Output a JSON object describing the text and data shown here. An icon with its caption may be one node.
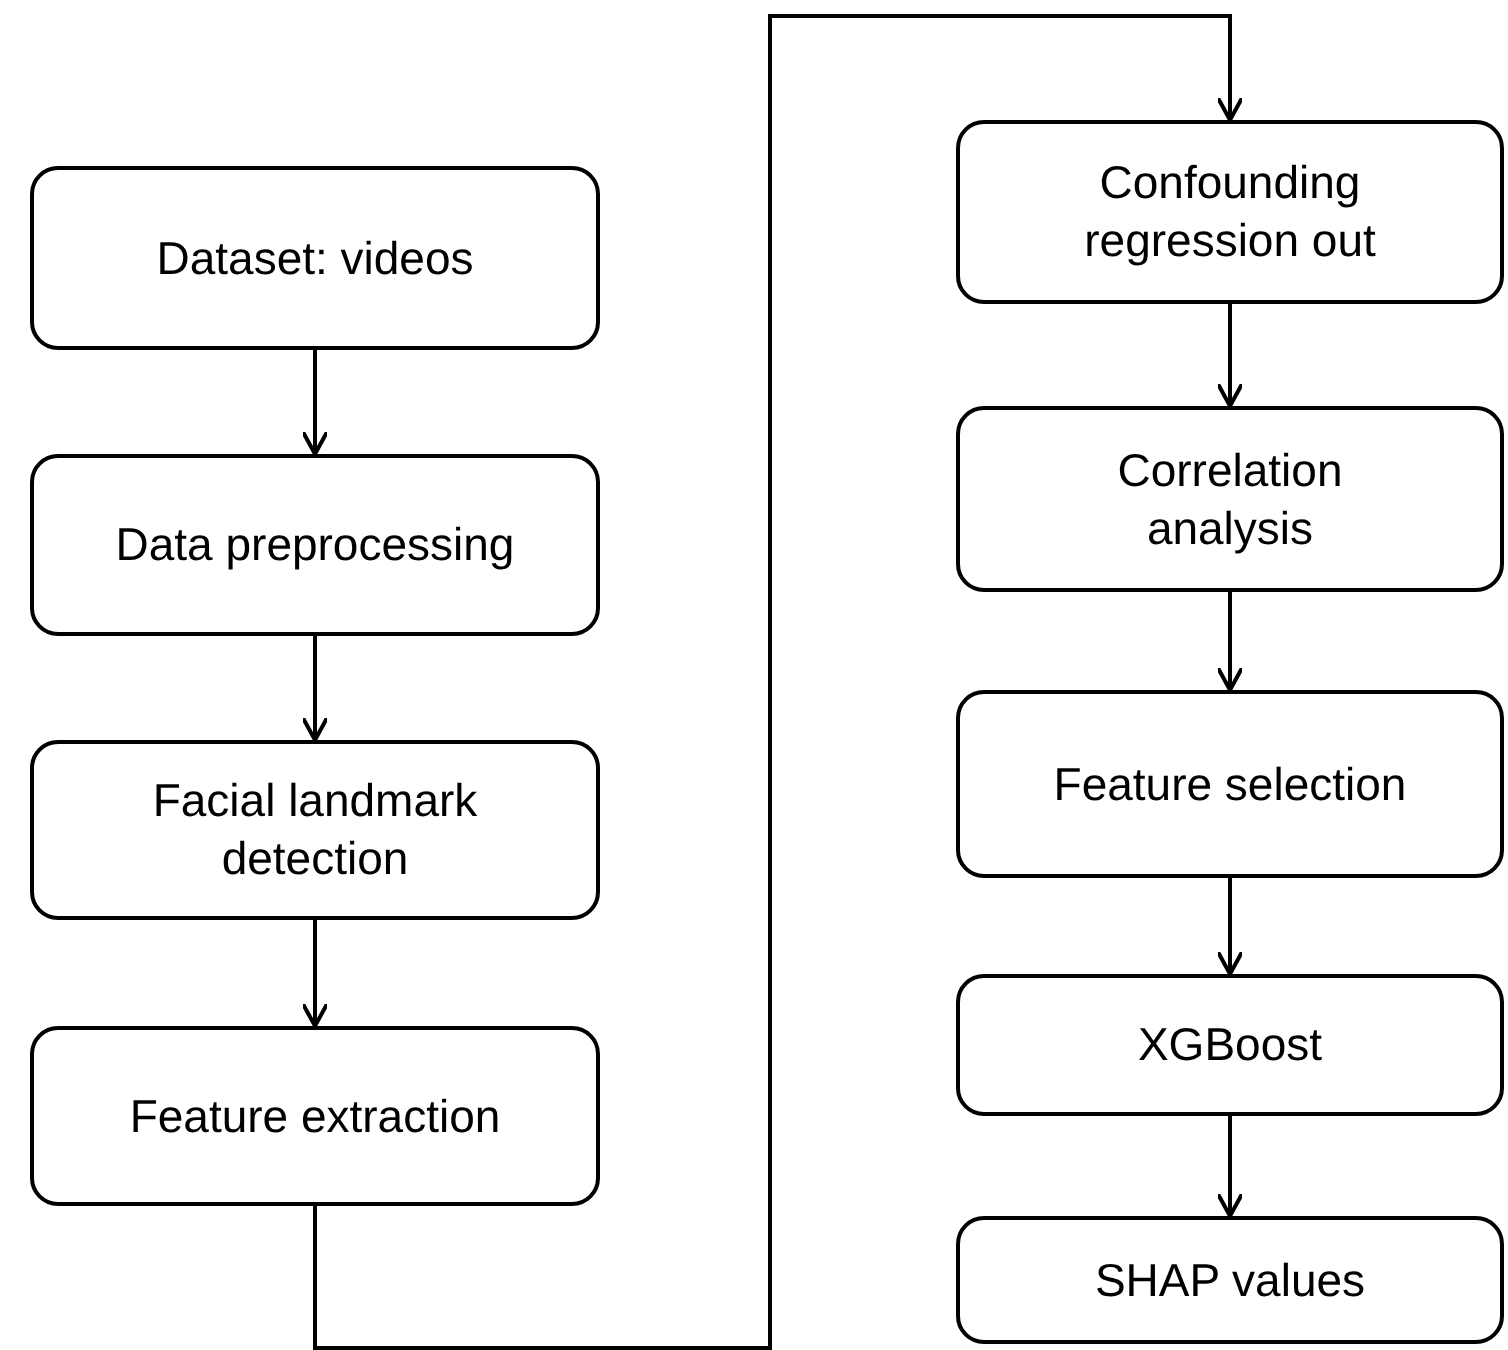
{
  "diagram": {
    "nodes": [
      {
        "text": [
          "Dataset: videos"
        ]
      },
      {
        "text": [
          "Data preprocessing"
        ]
      },
      {
        "text": [
          "Facial landmark detection"
        ]
      },
      {
        "text": [
          "Feature extraction"
        ]
      },
      {
        "text": [
          "Confounding regression out"
        ]
      },
      {
        "text": [
          "Correlation analysis"
        ]
      },
      {
        "text": [
          "Feature selection"
        ]
      },
      {
        "text": [
          "XGBoost"
        ]
      },
      {
        "text": [
          "SHAP values"
        ]
      }
    ],
    "edges": [
      {
        "from": 0,
        "to": 1,
        "arrow": "to"
      },
      {
        "from": 1,
        "to": 2,
        "arrow": "to"
      },
      {
        "from": 2,
        "to": 3,
        "arrow": "to"
      },
      {
        "from": 3,
        "to": 4,
        "arrow": "to"
      },
      {
        "from": 4,
        "to": 5,
        "arrow": "to"
      },
      {
        "from": 5,
        "to": 6,
        "arrow": "to"
      },
      {
        "from": 6,
        "to": 7,
        "arrow": "to"
      },
      {
        "from": 7,
        "to": 8,
        "arrow": "to"
      }
    ]
  }
}
